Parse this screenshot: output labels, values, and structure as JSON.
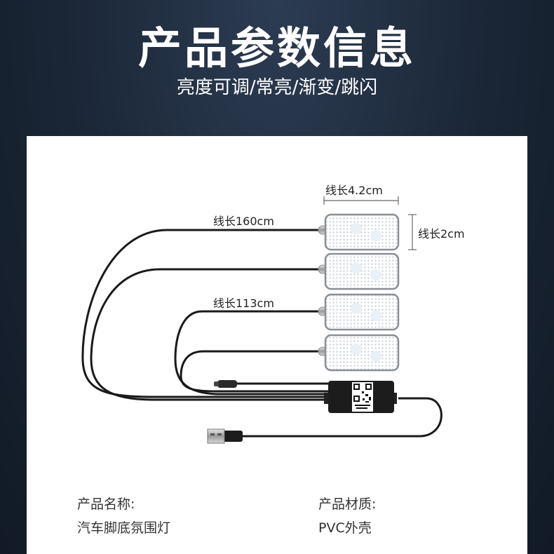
{
  "header": {
    "title": "产品参数信息",
    "subtitle": "亮度可调/常亮/渐变/跳闪"
  },
  "diagram": {
    "dimensions": {
      "light_width": "线长4.2cm",
      "light_height": "线长2cm",
      "cable_long": "线长160cm",
      "cable_short": "线长113cm"
    }
  },
  "specs": {
    "name_label": "产品名称:",
    "name_value": "汽车脚底氛围灯",
    "material_label": "产品材质:",
    "material_value": "PVC外壳"
  }
}
